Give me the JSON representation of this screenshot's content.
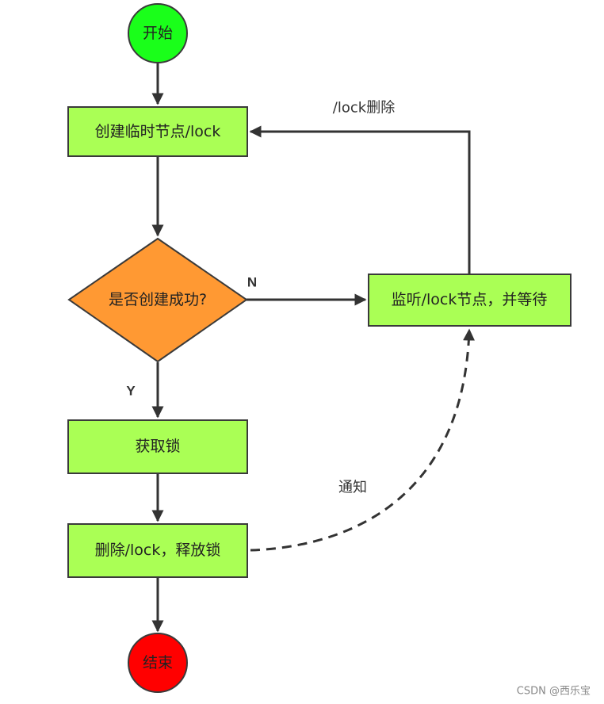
{
  "nodes": {
    "start": {
      "label": "开始",
      "fill": "#1aff1a"
    },
    "create": {
      "label": "创建临时节点/lock",
      "fill": "#aaff55"
    },
    "decision": {
      "label": "是否创建成功?",
      "fill": "#ff9933"
    },
    "listen": {
      "label": "监听/lock节点，并等待",
      "fill": "#aaff55"
    },
    "acquire": {
      "label": "获取锁",
      "fill": "#aaff55"
    },
    "release": {
      "label": "删除/lock，释放锁",
      "fill": "#aaff55"
    },
    "end": {
      "label": "结束",
      "fill": "#ff0000"
    }
  },
  "edges": {
    "no_label": "N",
    "yes_label": "Y",
    "lock_deleted_label": "/lock删除",
    "notify_label": "通知"
  },
  "watermark": "CSDN @西乐宝"
}
